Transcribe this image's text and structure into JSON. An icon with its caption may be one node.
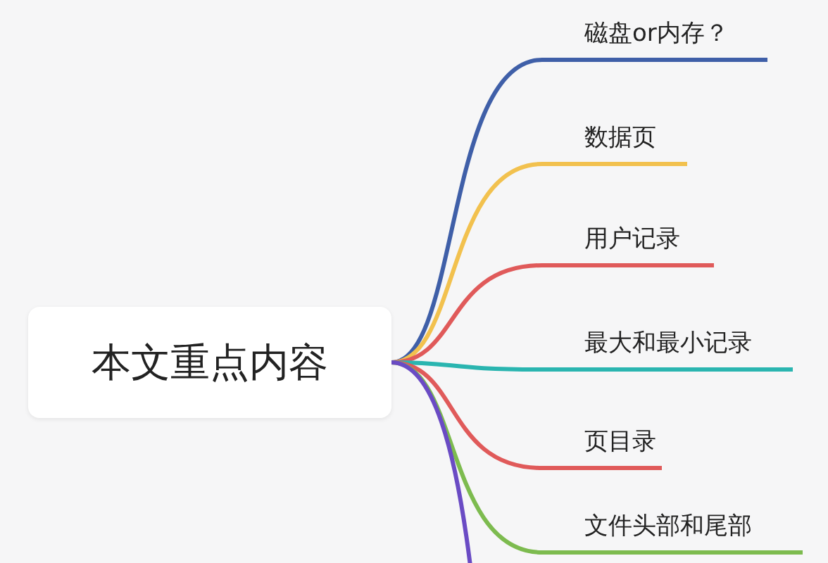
{
  "diagram": {
    "nodes": [
      {
        "text": [
          "本文重点内容"
        ]
      },
      {
        "text": [
          "磁盘or内存？"
        ]
      },
      {
        "text": [
          "数据页"
        ]
      },
      {
        "text": [
          "用户记录"
        ]
      },
      {
        "text": [
          "最大和最小记录"
        ]
      },
      {
        "text": [
          "页目录"
        ]
      },
      {
        "text": [
          "文件头部和尾部"
        ]
      }
    ],
    "edges": [
      {
        "from": 0,
        "to": 1,
        "arrow": "none",
        "color": "#3f5fa8"
      },
      {
        "from": 0,
        "to": 2,
        "arrow": "none",
        "color": "#f2c14e"
      },
      {
        "from": 0,
        "to": 3,
        "arrow": "none",
        "color": "#e05a5a"
      },
      {
        "from": 0,
        "to": 4,
        "arrow": "none",
        "color": "#2ab5b0"
      },
      {
        "from": 0,
        "to": 5,
        "arrow": "none",
        "color": "#e05a5a"
      },
      {
        "from": 0,
        "to": 6,
        "arrow": "none",
        "color": "#7dbb4f"
      },
      {
        "from": 0,
        "to": null,
        "arrow": "none",
        "color": "#6a4bc4"
      }
    ]
  }
}
